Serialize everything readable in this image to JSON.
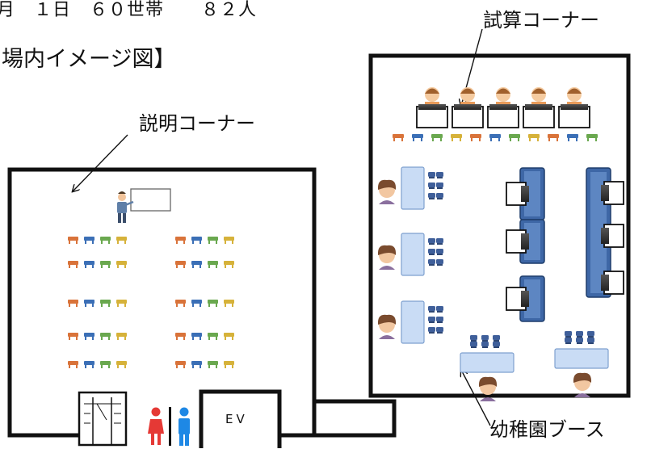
{
  "header": {
    "date_count": "月　１日　６０世帯　　８２人",
    "title": "場内イメージ図】"
  },
  "labels": {
    "explanation_corner": "説明コーナー",
    "trial_corner": "試算コーナー",
    "kindergarten_booth": "幼稚園ブース",
    "elevator": "EV"
  },
  "colors": {
    "wall": "#111111",
    "board_border": "#444444",
    "booth_blue": "#3e67a6",
    "booth_light": "#c7d8f2",
    "table_light": "#c9dcf5",
    "restroom_female": "#e53935",
    "restroom_male": "#1e88e5",
    "chair_colors": [
      "#d9733a",
      "#3b6fb6",
      "#6aa84f",
      "#d6b23a"
    ]
  },
  "icons": [
    "presenter-icon",
    "computer-icon",
    "person-icon",
    "restroom-icon",
    "stairs-icon",
    "chair-icon"
  ]
}
